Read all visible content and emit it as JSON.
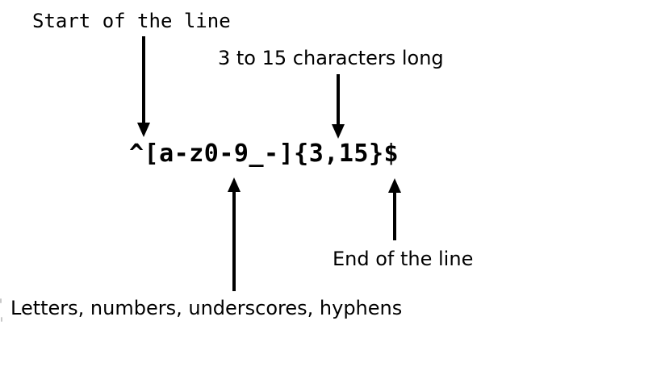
{
  "diagram": {
    "regex": "^[a-z0-9_-]{3,15}$",
    "annotations": {
      "start_of_line": "Start of the line",
      "length": "3 to 15 characters long",
      "character_class": "Letters, numbers, underscores, hyphens",
      "end_of_line": "End of the line"
    },
    "colors": {
      "text": "#000000",
      "arrow": "#000000",
      "background": "#ffffff"
    }
  }
}
